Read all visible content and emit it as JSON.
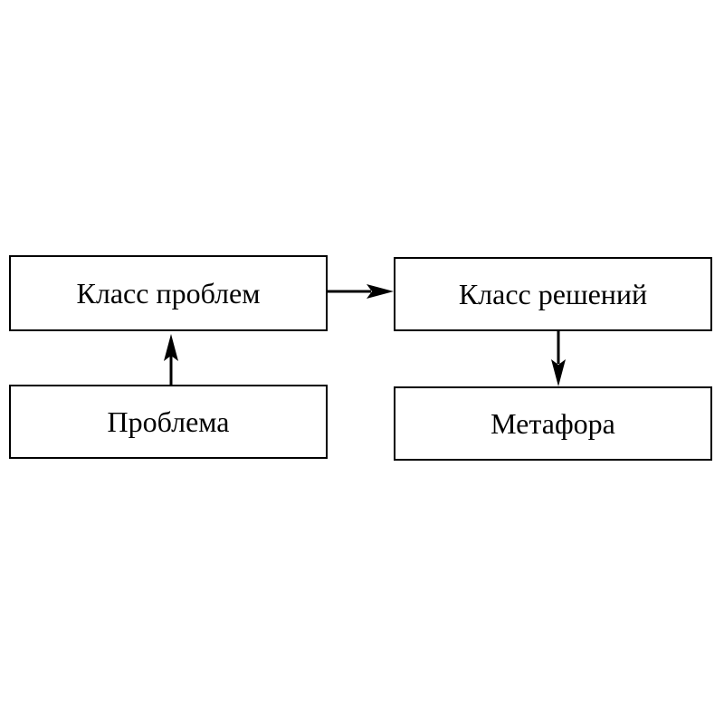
{
  "diagram": {
    "nodes": {
      "class_problems": "Класс проблем",
      "problem": "Проблема",
      "class_solutions": "Класс решений",
      "metaphor": "Метафора"
    },
    "edges": [
      {
        "from": "problem",
        "to": "class_problems"
      },
      {
        "from": "class_problems",
        "to": "class_solutions"
      },
      {
        "from": "class_solutions",
        "to": "metaphor"
      }
    ],
    "colors": {
      "stroke": "#000000",
      "background": "#ffffff"
    }
  }
}
